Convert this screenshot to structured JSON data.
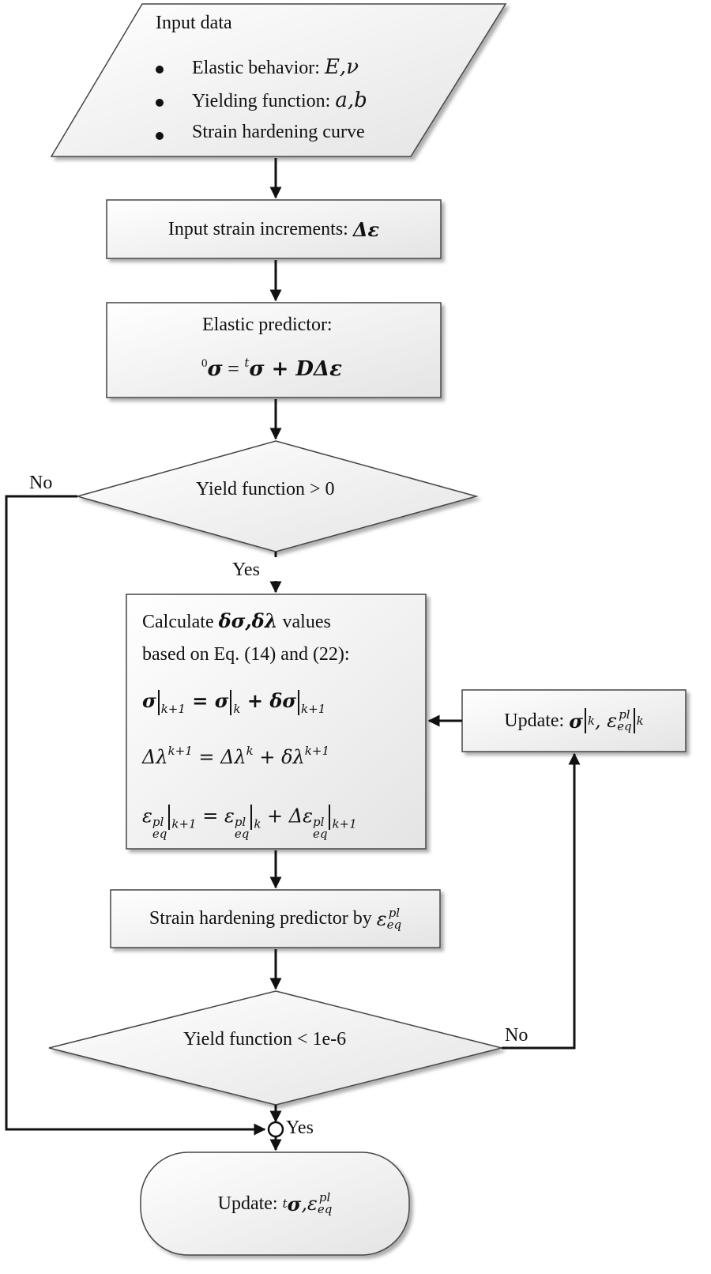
{
  "input": {
    "title": "Input data",
    "bullets": [
      {
        "text": "Elastic behavior:",
        "symbol": "E,ν"
      },
      {
        "text": "Yielding function:",
        "symbol": "a,b"
      },
      {
        "text": "Strain hardening curve",
        "symbol": ""
      }
    ]
  },
  "strain_box": {
    "label": "Input strain increments:",
    "symbol": "Δε"
  },
  "elastic_box": {
    "label": "Elastic predictor:",
    "eq_pre": "0",
    "eq_sigma": "σ",
    "eq_mid": " = ",
    "eq_t": "t",
    "eq_sigma2": "σ",
    "eq_rest": " + DΔε"
  },
  "decision1": {
    "label": "Yield function > 0",
    "no": "No",
    "yes": "Yes"
  },
  "calc_box": {
    "line1_a": "Calculate ",
    "line1_sym": "δσ,δλ",
    "line1_b": " values",
    "line2": "based on Eq. (14) and (22):",
    "eq1_parts": [
      "σ",
      "k+1",
      " = σ",
      "k",
      " + δσ",
      "k+1"
    ],
    "eq2_parts": [
      "Δλ",
      "k+1",
      " = Δλ",
      "k",
      " + δλ",
      "k+1"
    ],
    "eq3_parts": [
      "ε",
      "pl",
      "eq",
      "k+1",
      " = ε",
      "pl",
      "eq",
      "k",
      " + Δε",
      "pl",
      "eq",
      "k+1"
    ]
  },
  "update_box": {
    "label": "Update:",
    "sym1": "σ",
    "sub1": "k",
    "sym2": "ε",
    "sup2": "pl",
    "sub2": "eq",
    "sub3": "k"
  },
  "hardening_box": {
    "label": "Strain hardening predictor by",
    "sym": "ε",
    "sup": "pl",
    "sub": "eq"
  },
  "decision2": {
    "label": "Yield function < 1e-6",
    "no": "No",
    "yes": "Yes"
  },
  "final_box": {
    "label": "Update:",
    "pre": "t",
    "sym": "σ",
    "sep": ",",
    "sym2": "ε",
    "sup": "pl",
    "sub": "eq"
  }
}
